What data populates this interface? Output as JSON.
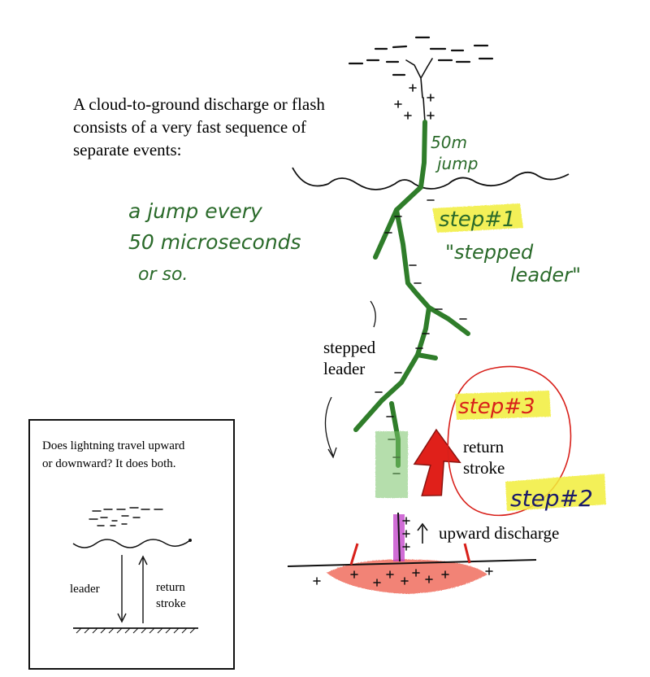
{
  "intro": {
    "line1": "A cloud-to-ground discharge or flash",
    "line2": "consists of a very fast sequence of",
    "line3": "separate events:"
  },
  "jump_note": {
    "line1": "50m",
    "line2": "jump"
  },
  "timing_note": {
    "line1": "a  jump every",
    "line2": "50 microseconds",
    "line3": "or so."
  },
  "step1": {
    "label": "step#1",
    "name1": "\"stepped",
    "name2": "leader\""
  },
  "stepped_leader_label": {
    "line1": "stepped",
    "line2": "leader"
  },
  "step3": {
    "label": "step#3"
  },
  "return_stroke_label": {
    "line1": "return",
    "line2": "stroke"
  },
  "step2": {
    "label": "step#2"
  },
  "upward_discharge_label": "upward discharge",
  "inset": {
    "question1": "Does lightning travel upward",
    "question2": "or downward?  It does both.",
    "leader_label": "leader",
    "return_label1": "return",
    "return_label2": "stroke"
  },
  "colors": {
    "leader_green": "#2f7d2a",
    "highlight_yellow": "#f2ee3a",
    "step3_red": "#d8201a",
    "arrow_red": "#e0201a",
    "ground_glow": "#ee5a48",
    "upward_magenta": "#c03cc8",
    "note_green": "#2a6a2a",
    "ink_blue": "#1a1a6a"
  }
}
